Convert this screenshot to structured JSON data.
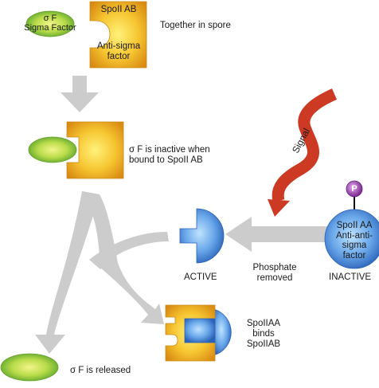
{
  "sigma": {
    "line1": "σ F",
    "line2": "Sigma Factor"
  },
  "spoIIAB": {
    "top": "SpoII AB",
    "bottom1": "Anti-sigma",
    "bottom2": "factor"
  },
  "together": "Together in spore",
  "inactive_bound": {
    "line1": "σ F is inactive when",
    "line2": "bound to SpoII AB"
  },
  "signal": "Signal",
  "phosphate": {
    "symbol": "P"
  },
  "spoIIAA": {
    "line1": "SpoII AA",
    "line2": "Anti-anti-",
    "line3": "sigma",
    "line4": "factor"
  },
  "states": {
    "active": "ACTIVE",
    "inactive": "INACTIVE"
  },
  "phosphate_removed": {
    "line1": "Phosphate",
    "line2": "removed"
  },
  "binds": {
    "line1": "SpoIIAA",
    "line2": "binds",
    "line3": "SpoIIAB"
  },
  "released": "σ F is released",
  "colors": {
    "sigma": "#8cc63f",
    "antisigma": "#f2b521",
    "antianti": "#3b78c8",
    "phosphate": "#8d3a9e",
    "signal": "#cc3a24",
    "arrow": "#cccccc"
  }
}
